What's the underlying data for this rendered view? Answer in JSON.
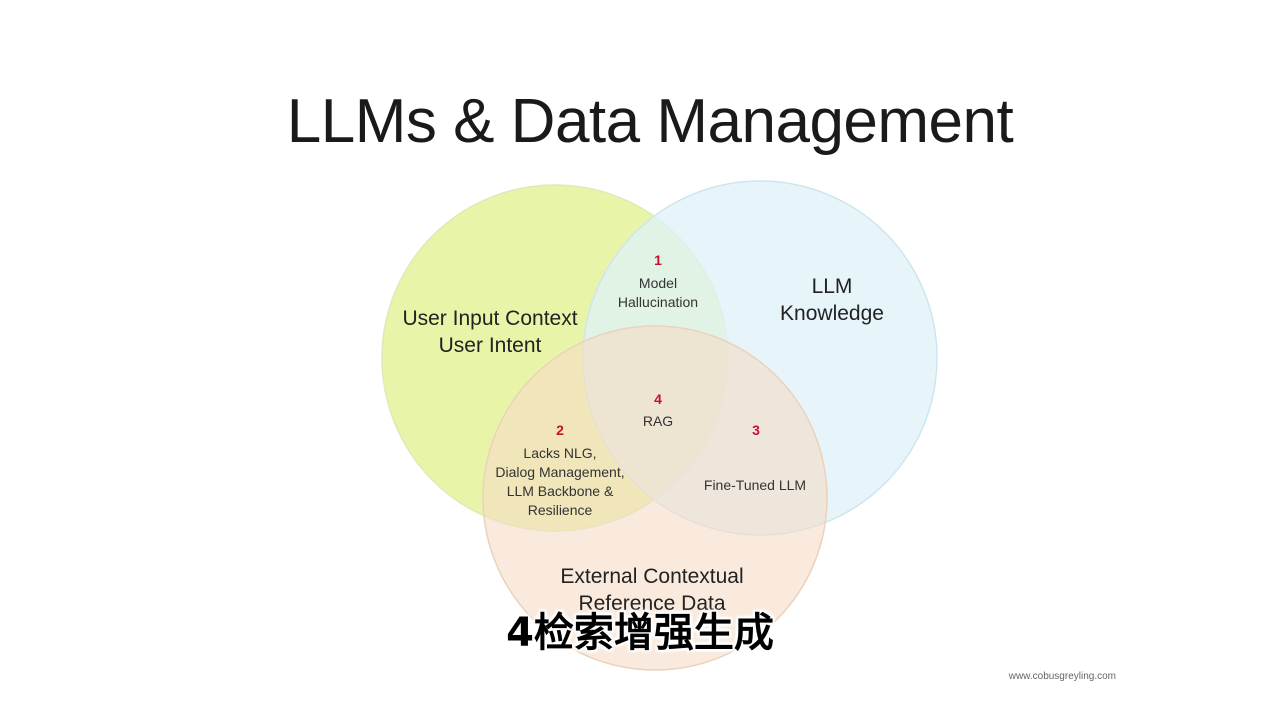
{
  "title": "LLMs & Data Management",
  "sets": {
    "user_input": [
      "User Input Context",
      "User Intent"
    ],
    "llm_knowledge": [
      "LLM",
      "Knowledge"
    ],
    "external": [
      "External Contextual",
      "Reference Data"
    ]
  },
  "zones": [
    {
      "number": "1",
      "label": [
        "Model",
        "Hallucination"
      ]
    },
    {
      "number": "2",
      "label": [
        "Lacks NLG,",
        "Dialog Management,",
        "LLM Backbone &",
        "Resilience"
      ]
    },
    {
      "number": "3",
      "label": [
        "Fine-Tuned LLM"
      ]
    },
    {
      "number": "4",
      "label": [
        "RAG"
      ]
    }
  ],
  "colors": {
    "user_input": "#e6f4a0",
    "llm_knowledge": "#dff2f8",
    "external": "#f5dcc6",
    "number": "#c8102e"
  },
  "footer": "www.cobusgreyling.com",
  "subtitle": "4检索增强生成"
}
